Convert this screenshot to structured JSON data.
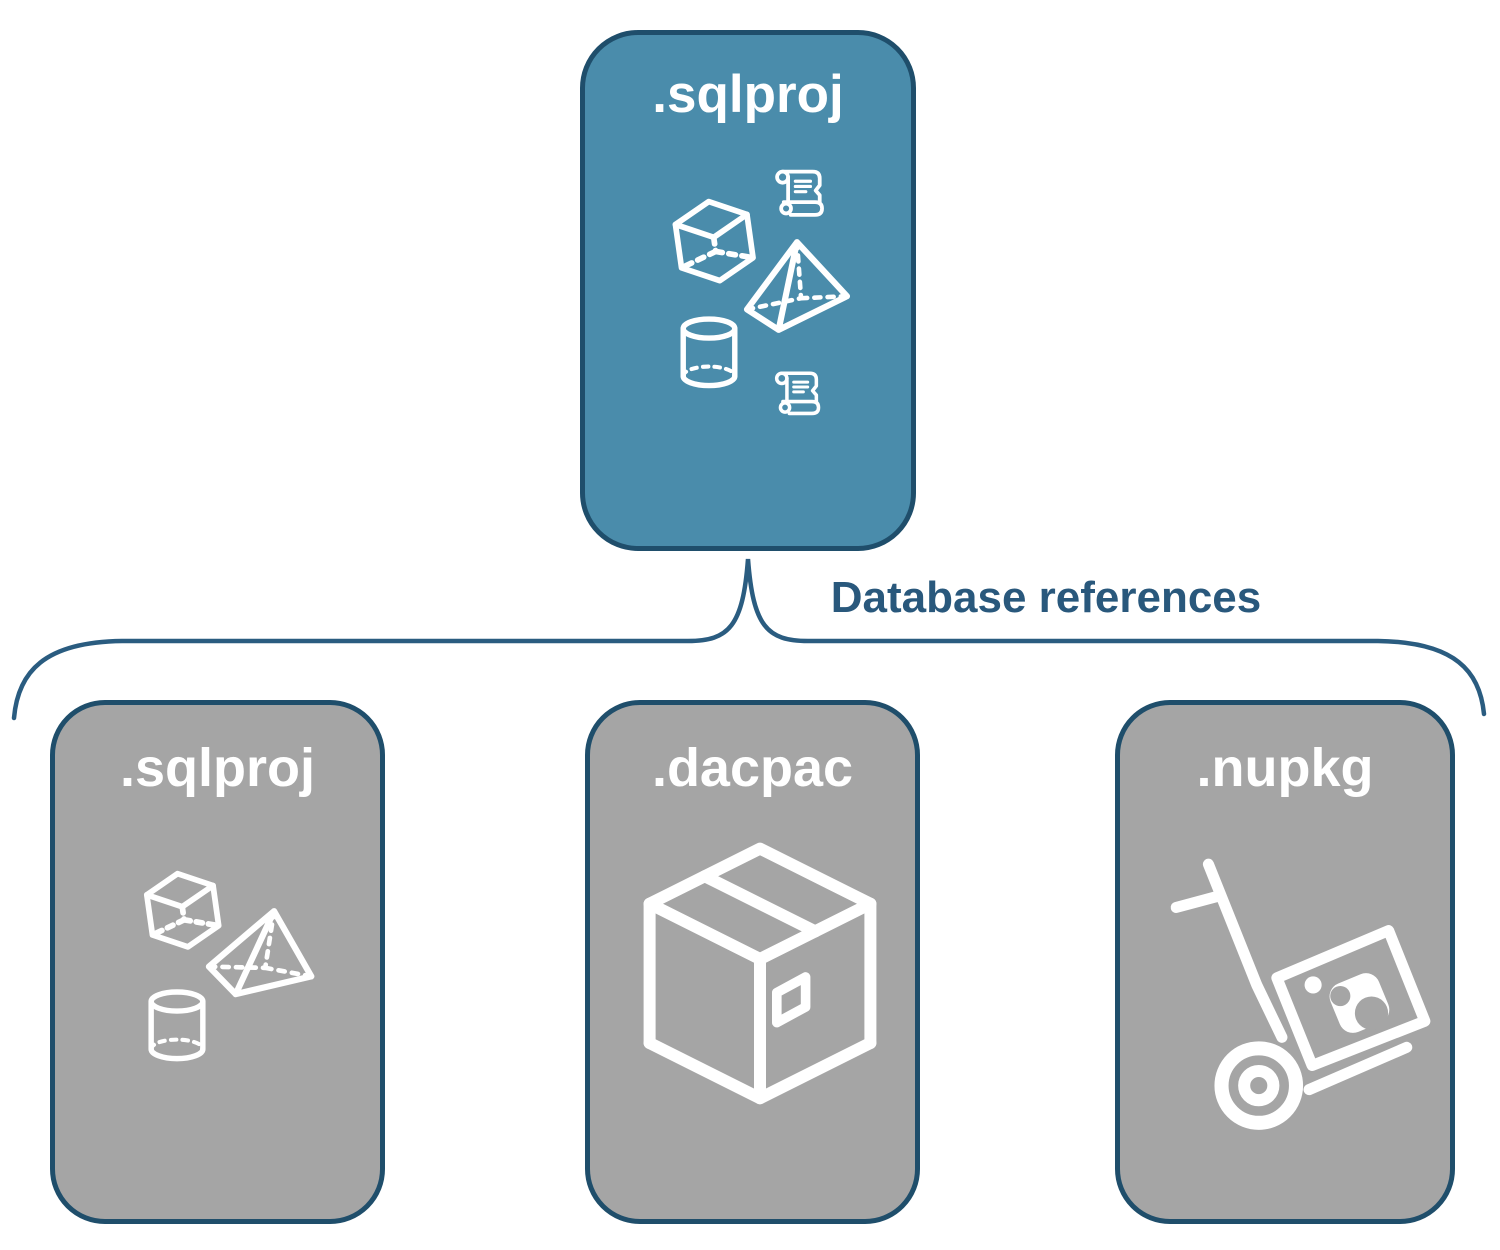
{
  "diagram": {
    "parent_node": {
      "label": ".sqlproj",
      "fill": "#4a8cab",
      "icons": [
        "cube",
        "scroll",
        "pyramid",
        "cylinder",
        "scroll"
      ]
    },
    "edge_label": "Database references",
    "child_nodes": [
      {
        "label": ".sqlproj",
        "fill": "#a5a5a5",
        "icons": [
          "cube",
          "pyramid",
          "cylinder"
        ]
      },
      {
        "label": ".dacpac",
        "fill": "#a5a5a5",
        "icons": [
          "package-box"
        ]
      },
      {
        "label": ".nupkg",
        "fill": "#a5a5a5",
        "icons": [
          "nuget-hand-truck"
        ]
      }
    ],
    "colors": {
      "background": "#ffffff",
      "parent_fill": "#4a8cab",
      "child_fill": "#a5a5a5",
      "node_border": "#1f4e6b",
      "connector": "#2a5c80",
      "edge_label_text": "#29587c",
      "icon_stroke": "#ffffff",
      "title_text": "#ffffff"
    }
  }
}
